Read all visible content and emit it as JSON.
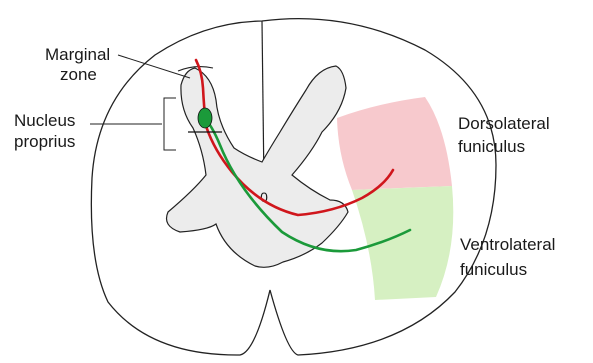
{
  "labels": {
    "marginal_zone_line1": "Marginal",
    "marginal_zone_line2": "zone",
    "nucleus_proprius_line1": "Nucleus",
    "nucleus_proprius_line2": "proprius",
    "dorsolateral_line1": "Dorsolateral",
    "dorsolateral_line2": "funiculus",
    "ventrolateral_line1": "Ventrolateral",
    "ventrolateral_line2": "funiculus",
    "central_canal": "0"
  },
  "colors": {
    "dorsolateral_region": "#f7c9cd",
    "ventrolateral_region": "#d6f0c2",
    "red_pathway": "#d0161c",
    "green_pathway": "#1b9a3a",
    "gray_matter": "#ececec",
    "outline": "#222222"
  }
}
